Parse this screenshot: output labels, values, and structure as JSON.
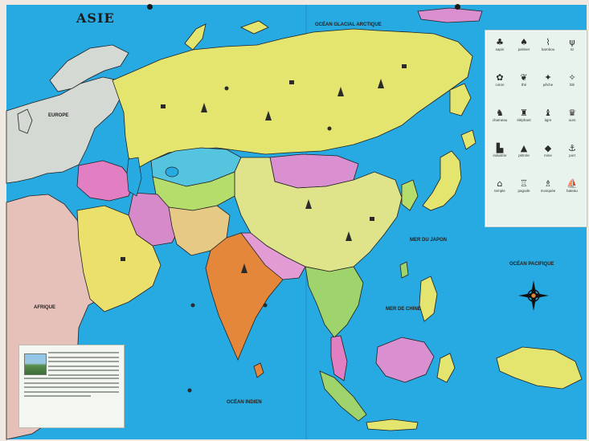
{
  "map": {
    "title": "ASIE",
    "labels": {
      "europe": "EUROPE",
      "africa": "AFRIQUE",
      "arctic_ocean": "OCÉAN GLACIAL ARCTIQUE",
      "pacific_ocean": "OCÉAN PACIFIQUE",
      "indian_ocean": "OCÉAN INDIEN",
      "sea_of_japan": "MER DU JAPON",
      "china_sea": "MER DE CHINE"
    }
  },
  "legend": {
    "items": [
      {
        "icon": "pine-tree-icon",
        "glyph": "♣",
        "label": "sapin"
      },
      {
        "icon": "palm-tree-icon",
        "glyph": "♠",
        "label": "palmier"
      },
      {
        "icon": "bamboo-icon",
        "glyph": "⌇",
        "label": "bambou"
      },
      {
        "icon": "rice-icon",
        "glyph": "ψ",
        "label": "riz"
      },
      {
        "icon": "cotton-icon",
        "glyph": "✿",
        "label": "coton"
      },
      {
        "icon": "tea-icon",
        "glyph": "❦",
        "label": "thé"
      },
      {
        "icon": "fish-icon",
        "glyph": "✦",
        "label": "pêche"
      },
      {
        "icon": "grain-icon",
        "glyph": "✧",
        "label": "blé"
      },
      {
        "icon": "camel-icon",
        "glyph": "♞",
        "label": "chameau"
      },
      {
        "icon": "elephant-icon",
        "glyph": "♜",
        "label": "éléphant"
      },
      {
        "icon": "tiger-icon",
        "glyph": "♝",
        "label": "tigre"
      },
      {
        "icon": "bear-icon",
        "glyph": "♛",
        "label": "ours"
      },
      {
        "icon": "factory-icon",
        "glyph": "▙",
        "label": "industrie"
      },
      {
        "icon": "oil-icon",
        "glyph": "▲",
        "label": "pétrole"
      },
      {
        "icon": "mine-icon",
        "glyph": "◆",
        "label": "mine"
      },
      {
        "icon": "port-icon",
        "glyph": "⚓",
        "label": "port"
      },
      {
        "icon": "temple-icon",
        "glyph": "⌂",
        "label": "temple"
      },
      {
        "icon": "pagoda-icon",
        "glyph": "♖",
        "label": "pagode"
      },
      {
        "icon": "mosque-icon",
        "glyph": "♗",
        "label": "mosquée"
      },
      {
        "icon": "ship-icon",
        "glyph": "⛵",
        "label": "bateau"
      }
    ]
  },
  "colors": {
    "ocean": "#27a9e1",
    "land_yellow": "#e4e56f",
    "land_green": "#b5dd6b",
    "land_pink": "#e27fc2",
    "land_orange": "#e4873a",
    "land_cyan": "#55c5df",
    "land_beige": "#e7c986",
    "europe_grey": "#d4d9d3"
  }
}
